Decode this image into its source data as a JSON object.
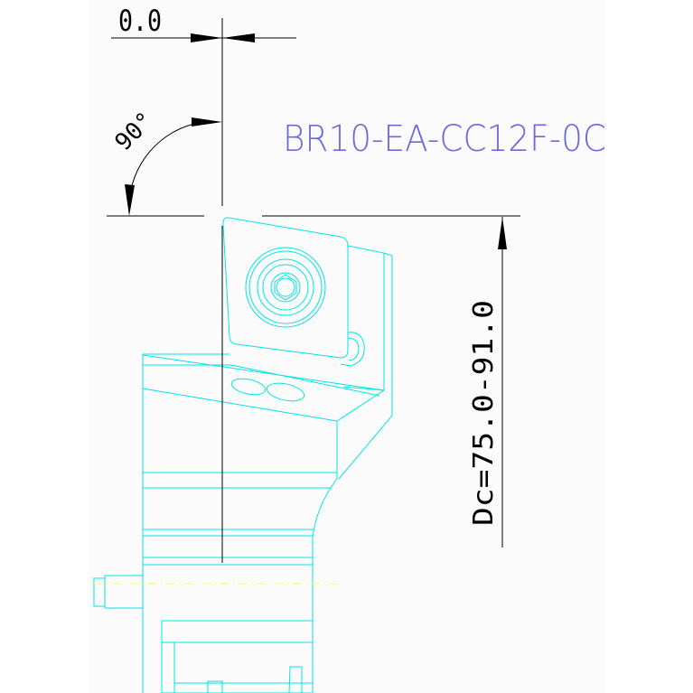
{
  "part_number": "BR10-EA-CC12F-0C",
  "dimensions": {
    "offset_label": "0.0",
    "angle_label": "90°",
    "diameter_label": "Dc=75.0-91.0"
  },
  "colors": {
    "background_panel": "#fbfbfb",
    "dimension_lines": "#000000",
    "part_outline": "#00e5e5",
    "part_number_text": "#6a6ae0",
    "centerline": "#ffff66"
  }
}
